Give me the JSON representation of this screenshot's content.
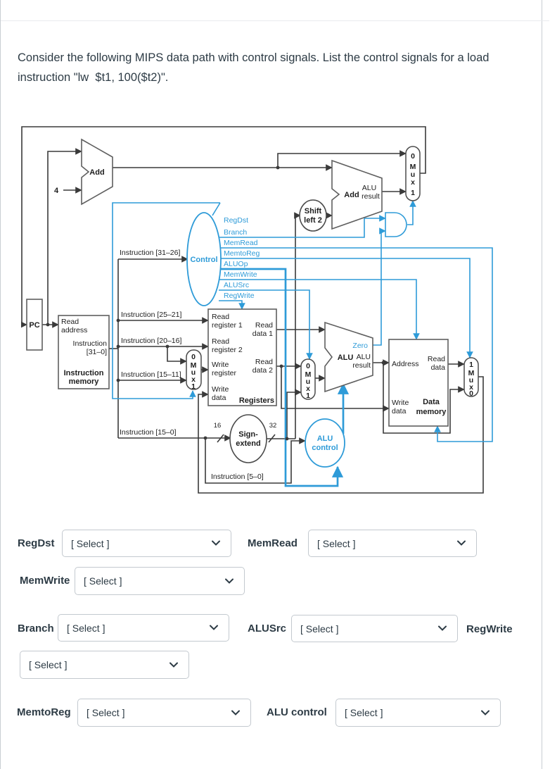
{
  "question": {
    "line1": "Consider the following MIPS data path with control signals. List the control signals for a load",
    "line2": "instruction \"lw  $t1, 100($t2)\"."
  },
  "colors": {
    "control_blue": "#2E9BD8",
    "text": "#2D3B45",
    "select_border": "#C3C9CF"
  },
  "diagram": {
    "pc": "PC",
    "add_label": "Add",
    "four": "4",
    "im": {
      "l1": "Read",
      "l2": "address",
      "l3": "Instruction",
      "l4": "[31–0]",
      "l5": "Instruction",
      "l6": "memory"
    },
    "regs": {
      "rr1a": "Read",
      "rr1b": "register 1",
      "rr2a": "Read",
      "rr2b": "register 2",
      "wra": "Write",
      "wrb": "register",
      "wda": "Write",
      "wdb": "data",
      "rd1a": "Read",
      "rd1b": "data 1",
      "rd2a": "Read",
      "rd2b": "data 2",
      "name": "Registers"
    },
    "alu": {
      "name": "ALU",
      "zero": "Zero",
      "resa": "ALU",
      "resb": "result"
    },
    "add2": {
      "name": "Add",
      "resa": "ALU",
      "resb": "result"
    },
    "shift": {
      "l1": "Shift",
      "l2": "left 2"
    },
    "se": {
      "l1": "Sign-",
      "l2": "extend",
      "bits_in": "16",
      "bits_out": "32"
    },
    "aluctl": {
      "l1": "ALU",
      "l2": "control"
    },
    "dm": {
      "addr": "Address",
      "rda": "Read",
      "rdb": "data",
      "wda": "Write",
      "wdb": "data",
      "na": "Data",
      "nb": "memory"
    },
    "control": "Control",
    "sig": {
      "regdst": "RegDst",
      "branch": "Branch",
      "memread": "MemRead",
      "memtoreg": "MemtoReg",
      "aluop": "ALUOp",
      "memwrite": "MemWrite",
      "alusrc": "ALUSrc",
      "regwrite": "RegWrite"
    },
    "fields": {
      "f31": "Instruction [31–26]",
      "f25": "Instruction [25–21]",
      "f20": "Instruction [20–16]",
      "f15": "Instruction [15–11]",
      "f150": "Instruction [15–0]",
      "f50": "Instruction [5–0]"
    },
    "mux": {
      "m": "M",
      "u": "u",
      "x": "x",
      "n0": "0",
      "n1": "1"
    }
  },
  "form": {
    "select_placeholder": "[ Select ]",
    "labels": {
      "regdst": "RegDst",
      "memread": "MemRead",
      "memwrite": "MemWrite",
      "branch": "Branch",
      "alusrc": "ALUSrc",
      "regwrite": "RegWrite",
      "memtoreg": "MemtoReg",
      "alucontrol": "ALU control"
    }
  }
}
